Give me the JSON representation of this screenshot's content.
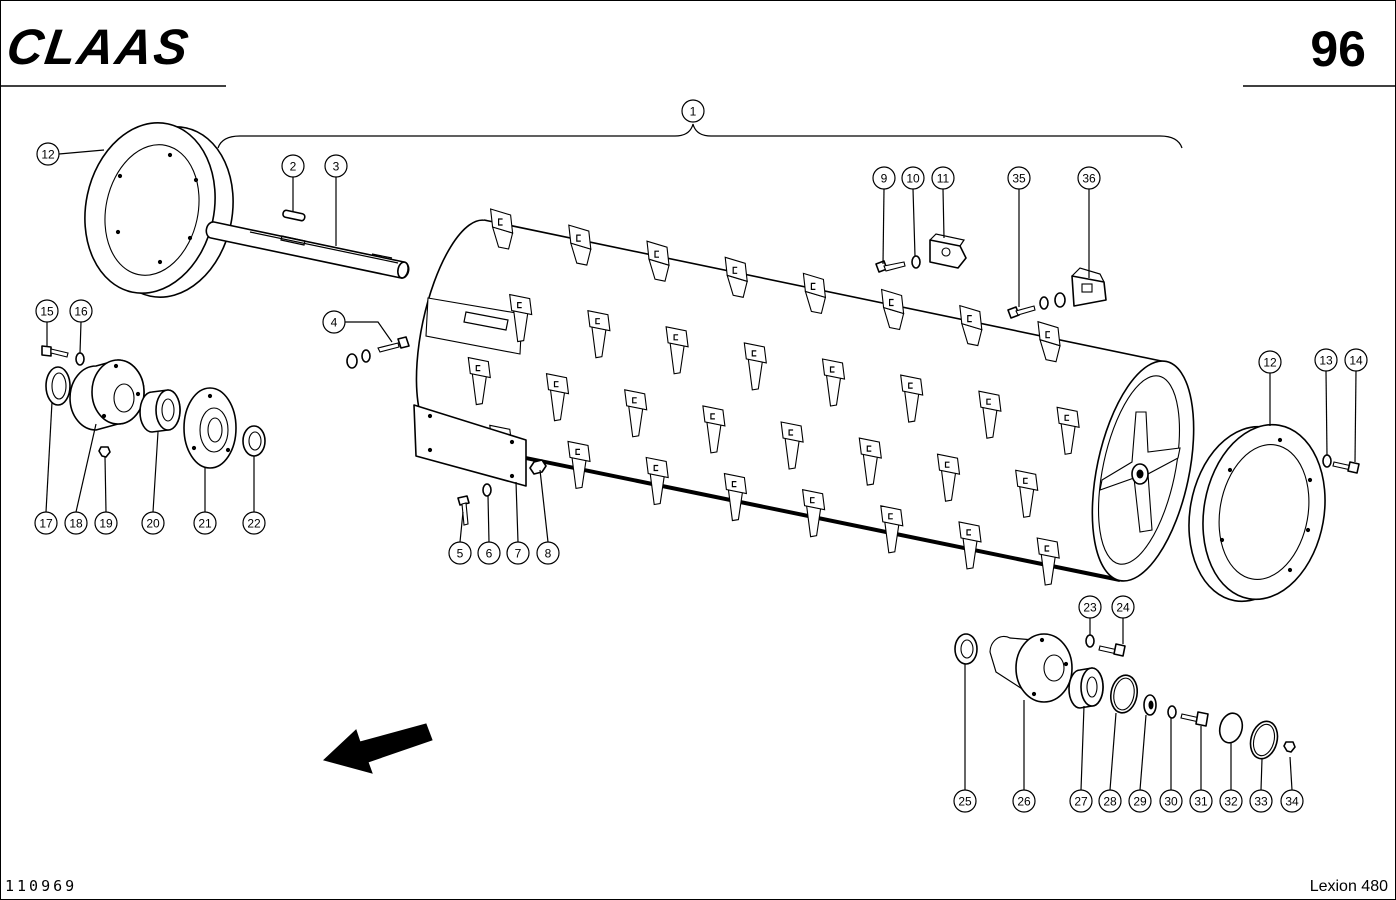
{
  "header": {
    "logo": "CLAAS",
    "page_number": "96"
  },
  "footer": {
    "drawing_number": "110969",
    "model": "Lexion 480"
  },
  "callouts": [
    "1",
    "2",
    "3",
    "4",
    "5",
    "6",
    "7",
    "8",
    "9",
    "10",
    "11",
    "12",
    "12",
    "13",
    "14",
    "15",
    "16",
    "17",
    "18",
    "19",
    "20",
    "21",
    "22",
    "23",
    "24",
    "25",
    "26",
    "27",
    "28",
    "29",
    "30",
    "31",
    "32",
    "33",
    "34",
    "35",
    "36"
  ],
  "colors": {
    "ink": "#000000",
    "paper": "#ffffff"
  }
}
